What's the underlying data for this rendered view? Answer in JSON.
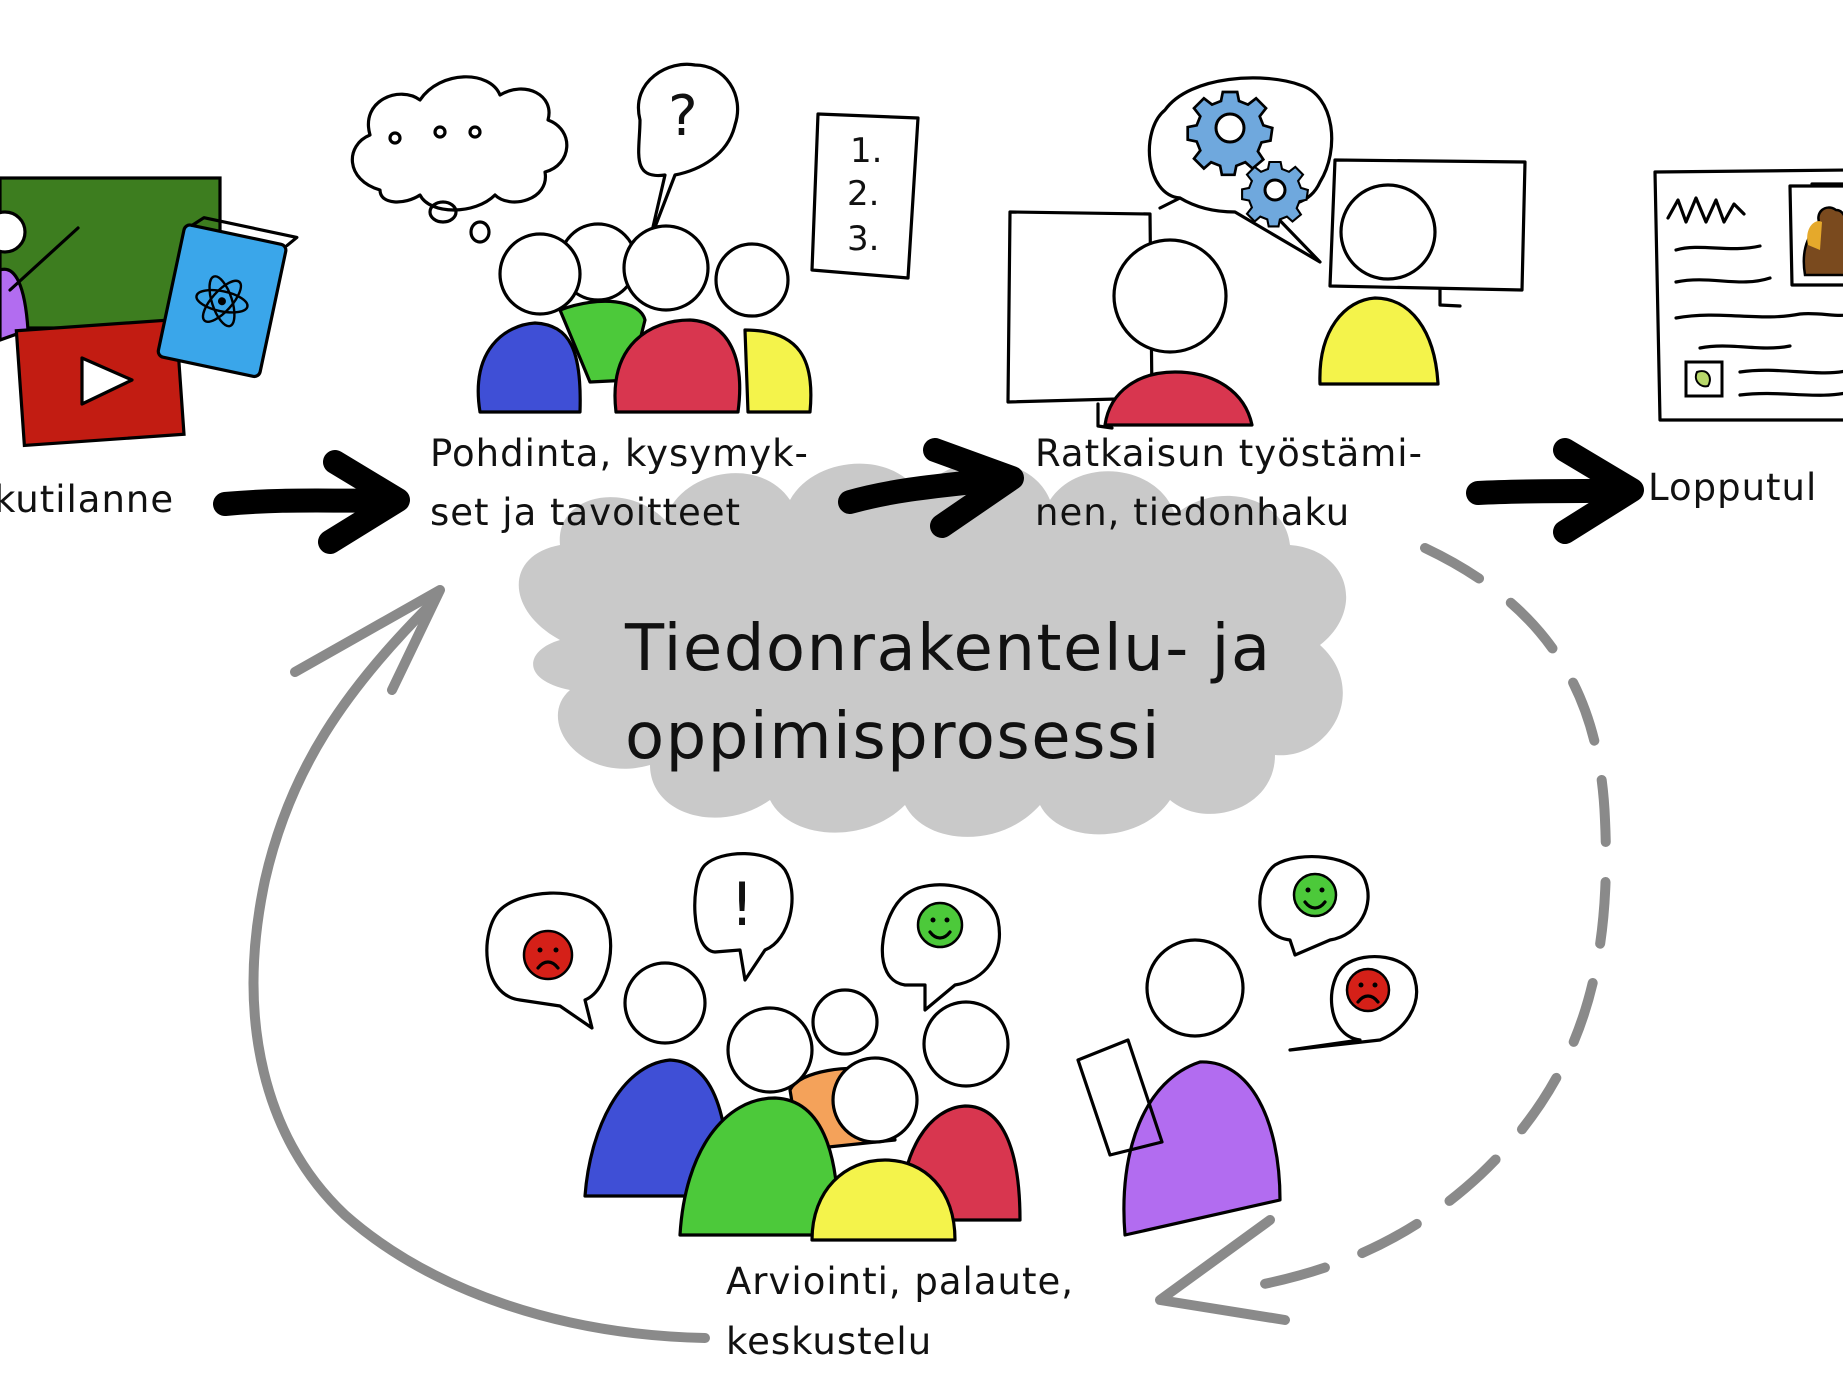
{
  "stages": [
    {
      "line1": "kutilanne",
      "line2": ""
    },
    {
      "line1": "Pohdinta, kysymyk-",
      "line2": "set ja tavoitteet"
    },
    {
      "line1": "Ratkaisun työstämi-",
      "line2": "nen, tiedonhaku"
    },
    {
      "line1": "Lopputul",
      "line2": ""
    }
  ],
  "center_title": {
    "line1": "Tiedonrakentelu- ja",
    "line2": "oppimisprosessi"
  },
  "evaluation": {
    "line1": "Arviointi, palaute,",
    "line2": "keskustelu"
  },
  "list_card": {
    "item1": "1.",
    "item2": "2.",
    "item3": "3."
  },
  "bubbles": {
    "question": "?",
    "exclamation": "!"
  },
  "colors": {
    "blue": "#3f4fd6",
    "green": "#4cc93a",
    "red": "#d8364f",
    "yellow": "#f4f34b",
    "purple": "#b26cf0",
    "orange": "#f4a25a",
    "board_green": "#3d7d1f",
    "video_red": "#c21c12",
    "book_blue": "#3aa6ea",
    "cloud_gray": "#c9c9c9",
    "cycle_gray": "#8a8a8a",
    "smiley_green": "#4cc93a",
    "frown_red": "#d52018",
    "gear_blue": "#6fa8dd"
  },
  "icons": [
    "chalkboard-icon",
    "teacher-icon",
    "video-play-icon",
    "physics-book-icon",
    "thought-cloud-icon",
    "question-bubble-icon",
    "numbered-list-icon",
    "gear-icon",
    "monitor-icon",
    "newspaper-icon",
    "smiley-icon",
    "frown-icon",
    "exclamation-bubble-icon",
    "arrow-icon",
    "cycle-arrow-icon"
  ]
}
